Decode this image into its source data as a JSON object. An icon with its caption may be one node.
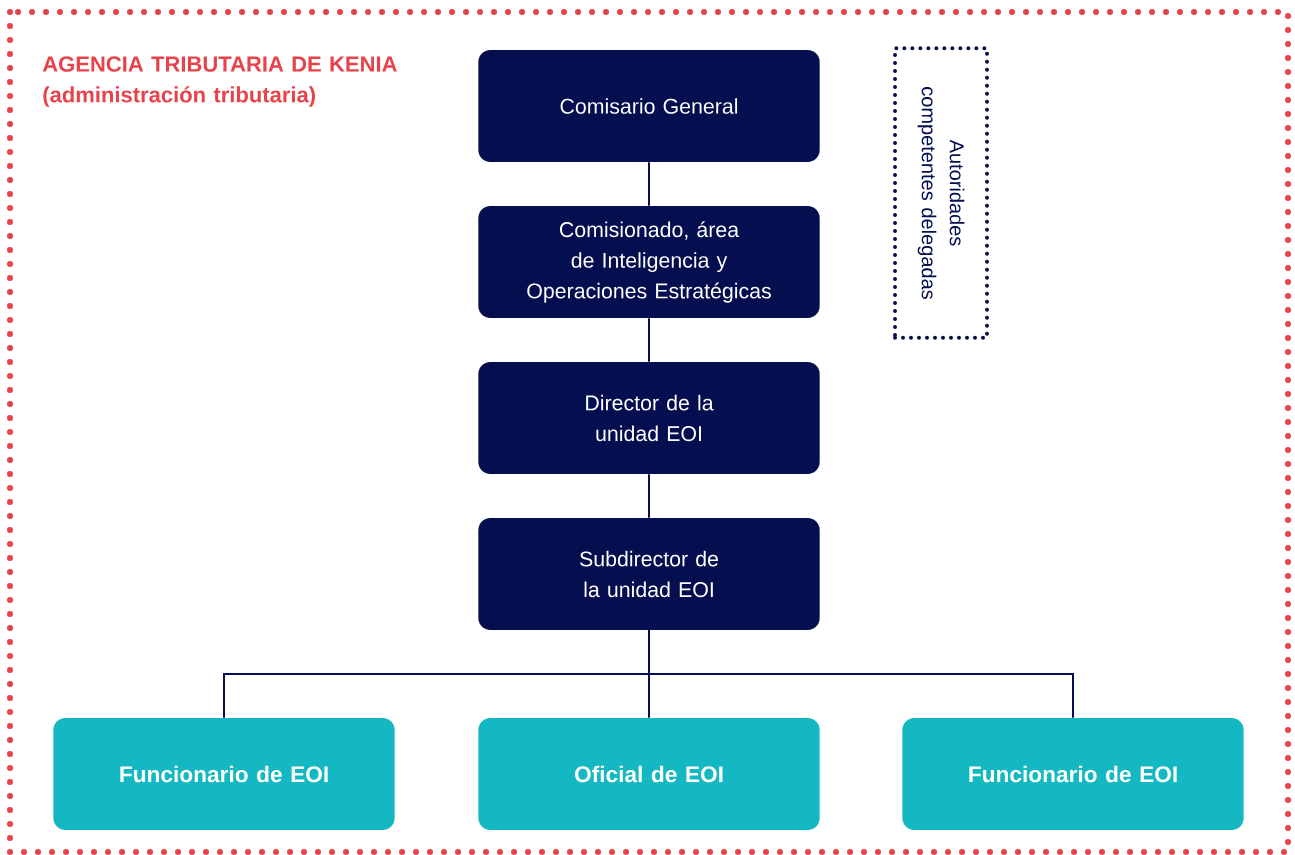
{
  "diagram": {
    "nodes": [
      {
        "text": [
          "AGENCIA TRIBUTARIA DE KENIA (administración tributaria)"
        ]
      },
      {
        "text": [
          "Autoridades competentes delegadas"
        ],
        "in": 0
      },
      {
        "text": [
          "Comisario General"
        ],
        "in": 0
      },
      {
        "text": [
          "Comisionado, área de Inteligencia y Operaciones Estratégicas"
        ],
        "in": 0
      },
      {
        "text": [
          "Director de la unidad EOI"
        ],
        "in": 0
      },
      {
        "text": [
          "Subdirector de la unidad EOI"
        ],
        "in": 0
      },
      {
        "text": [
          "Funcionario de EOI"
        ],
        "in": 0
      },
      {
        "text": [
          "Oficial de EOI"
        ],
        "in": 0
      },
      {
        "text": [
          "Funcionario de EOI"
        ],
        "in": 0
      }
    ],
    "edges": [
      {
        "from": 2,
        "to": 3,
        "arrow": "none"
      },
      {
        "from": 3,
        "to": 4,
        "arrow": "none"
      },
      {
        "from": 4,
        "to": 5,
        "arrow": "none"
      },
      {
        "from": 5,
        "to": 6,
        "arrow": "none"
      },
      {
        "from": 5,
        "to": 7,
        "arrow": "none"
      },
      {
        "from": 5,
        "to": 8,
        "arrow": "none"
      }
    ]
  }
}
